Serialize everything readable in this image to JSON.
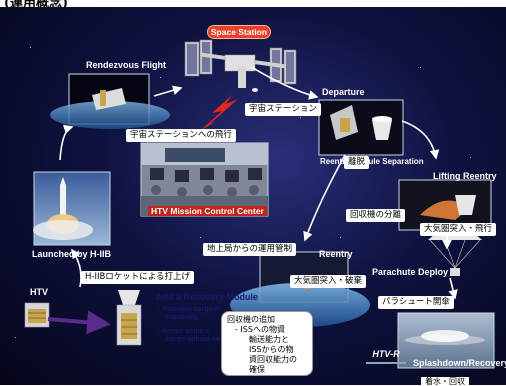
{
  "header": {
    "title": "(運用概念)"
  },
  "labels_en": {
    "space_station": "Space Station",
    "rendezvous_flight": "Rendezvous Flight",
    "departure": "Departure",
    "reentry_separation": "Reentry Module Separation",
    "lifting_reentry": "Lifting Reentry",
    "launched": "Launched by H-IIB",
    "htv_mcc": "HTV Mission Control Center",
    "reentry": "Reentry",
    "parachute_deploy": "Parachute Deploy",
    "htv": "HTV",
    "add_module": "Add a Recovery Module",
    "splashdown": "Splashdown/Recovery"
  },
  "labels_jp": {
    "iss": "宇宙ステーション",
    "flight_to_iss": "宇宙ステーションへの飛行",
    "departure": "離脱",
    "separation": "回収機の分離",
    "reentry_flight": "大気圏突入・飛行",
    "ground_ops": "地上局からの運用管制",
    "reentry_destroy": "大気圏突入・破棄",
    "launch": "H-IIBロケットによる打上げ",
    "parachute": "パラシュート開傘",
    "splashdown": "着水・回収"
  },
  "callout": {
    "title": "回収機の追加",
    "line1": "- ISSへの物資",
    "line2": "輸送能力と",
    "line3": "ISSからの物",
    "line4": "資回収能力の",
    "line5": "確保"
  },
  "bullets": {
    "b1_a": "- Provides cargo d",
    "b1_b": "capability",
    "b2_a": "- Keeps some c",
    "b2_b": "cargo upload ca"
  },
  "logo": {
    "text": "HTV-R"
  },
  "colors": {
    "accent": "#e8412a",
    "background": "#0e123f",
    "arrow": "#ffffff",
    "launch_arrow": "#5a2a8a"
  }
}
